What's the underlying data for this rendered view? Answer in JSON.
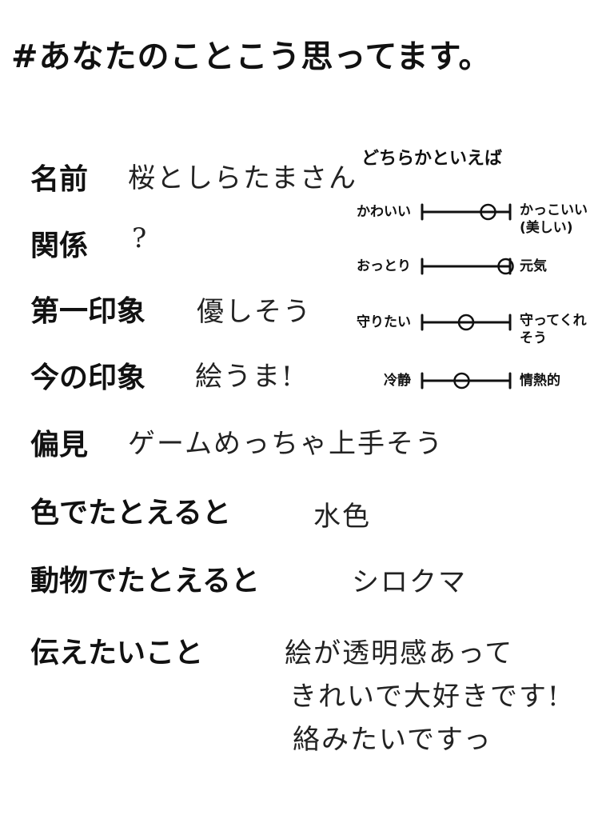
{
  "title": "#あなたのことこう思ってます。",
  "profile": [
    {
      "label": "名前",
      "answer": "桜としらたまさん"
    },
    {
      "label": "関係",
      "answer": "?"
    },
    {
      "label": "第一印象",
      "answer": "優しそう"
    },
    {
      "label": "今の印象",
      "answer": "絵うま!"
    },
    {
      "label": "偏見",
      "answer": "ゲームめっちゃ上手そう"
    },
    {
      "label": "色でたとえると",
      "answer": "水色"
    },
    {
      "label": "動物でたとえると",
      "answer": "シロクマ"
    },
    {
      "label": "伝えたいこと",
      "answer_lines": [
        "絵が透明感あって",
        "きれいで大好きです!",
        "絡みたいですっ"
      ]
    }
  ],
  "scales": {
    "title": "どちらかといえば",
    "items": [
      {
        "left": "かわいい",
        "right": "かっこいい",
        "right_sub": "(美しい)",
        "level": 0.75
      },
      {
        "left": "おっとり",
        "right": "元気",
        "level": 0.95
      },
      {
        "left": "守りたい",
        "right": "守ってくれ",
        "right_sub": "そう",
        "level": 0.5
      },
      {
        "left": "冷静",
        "right": "情熱的",
        "level": 0.45
      }
    ]
  }
}
